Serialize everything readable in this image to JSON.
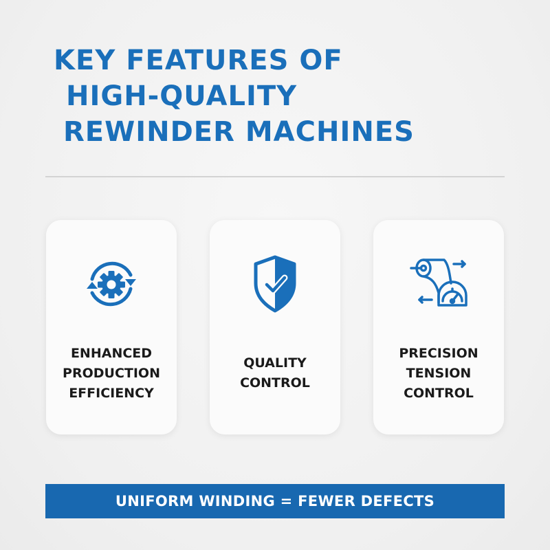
{
  "header": {
    "title_lines": [
      "KEY FEATURES OF",
      "HIGH-QUALITY",
      "REWINDER MACHINES"
    ]
  },
  "features": [
    {
      "icon": "gear-cycle-icon",
      "label_lines": [
        "ENHANCED",
        "PRODUCTION",
        "EFFICIENCY"
      ]
    },
    {
      "icon": "shield-check-icon",
      "label_lines": [
        "QUALITY",
        "CONTROL"
      ]
    },
    {
      "icon": "roll-tension-gauge-icon",
      "label_lines": [
        "PRECISION",
        "TENSION",
        "CONTROL"
      ]
    }
  ],
  "banner": {
    "text": "UNIFORM WINDING = FEWER DEFECTS"
  },
  "colors": {
    "accent": "#1a6fba",
    "banner_bg": "#1868b0",
    "text": "#1a1a1a",
    "background": "#f2f2f2"
  }
}
